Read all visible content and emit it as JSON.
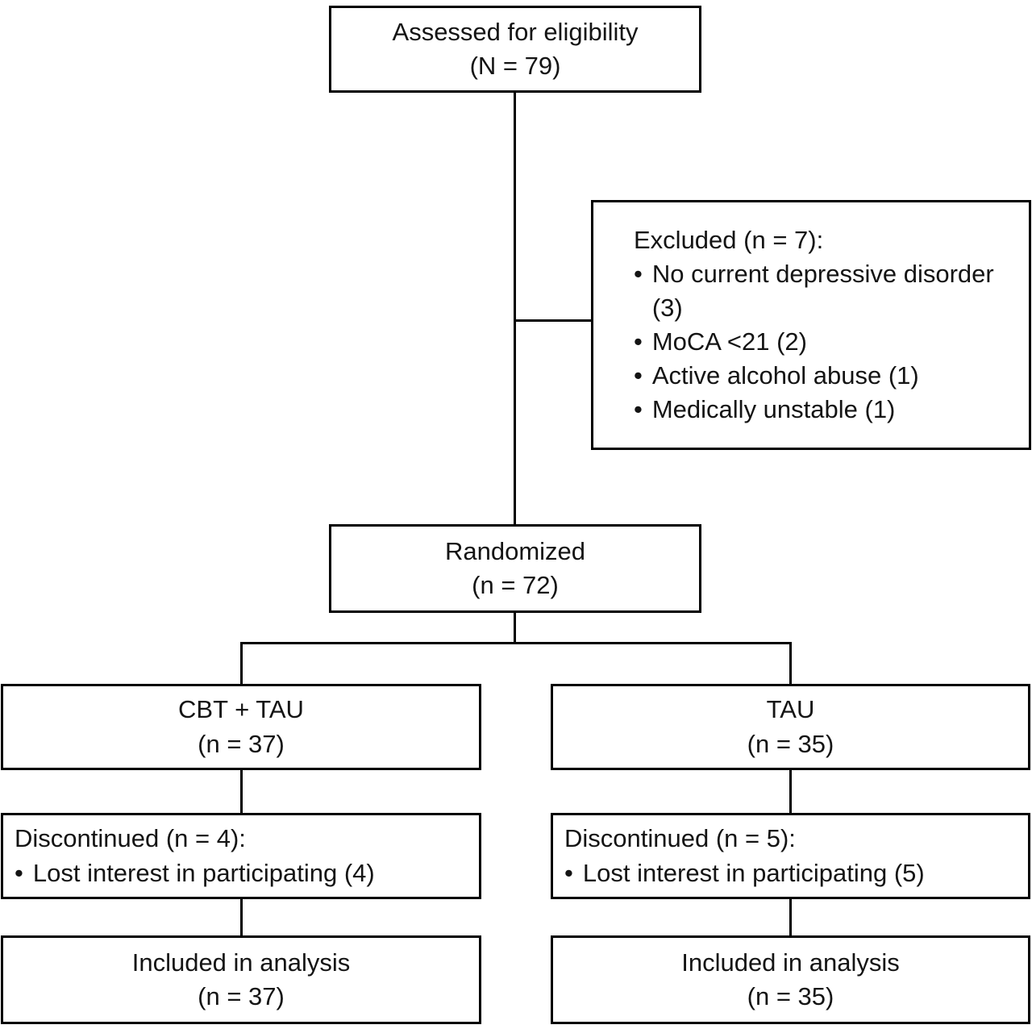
{
  "bullet": "•",
  "assessed": {
    "line1": "Assessed for eligibility",
    "line2": "(N = 79)"
  },
  "excluded": {
    "title": "Excluded (n = 7):",
    "items": [
      "No current depressive disorder (3)",
      "MoCA <21 (2)",
      "Active alcohol abuse (1)",
      "Medically unstable (1)"
    ]
  },
  "randomized": {
    "line1": "Randomized",
    "line2": "(n = 72)"
  },
  "cbt_tau": {
    "line1": "CBT + TAU",
    "line2": "(n = 37)"
  },
  "tau": {
    "line1": "TAU",
    "line2": "(n = 35)"
  },
  "discontinued_left": {
    "title": "Discontinued (n = 4):",
    "items": [
      "Lost interest in participating (4)"
    ]
  },
  "discontinued_right": {
    "title": "Discontinued (n = 5):",
    "items": [
      "Lost interest in participating (5)"
    ]
  },
  "included_left": {
    "line1": "Included in analysis",
    "line2": "(n = 37)"
  },
  "included_right": {
    "line1": "Included in analysis",
    "line2": "(n = 35)"
  }
}
